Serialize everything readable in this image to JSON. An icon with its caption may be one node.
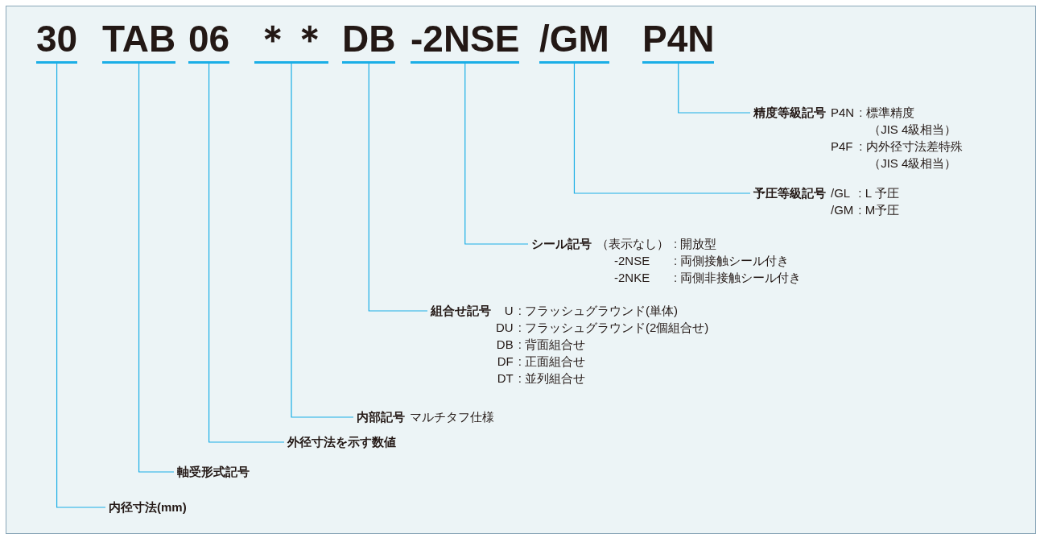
{
  "diagram": {
    "nodes": [
      {
        "text": [
          "30"
        ]
      },
      {
        "text": [
          "TAB"
        ]
      },
      {
        "text": [
          "06"
        ]
      },
      {
        "text": [
          "＊＊"
        ]
      },
      {
        "text": [
          "DB"
        ]
      },
      {
        "text": [
          "-2NSE"
        ]
      },
      {
        "text": [
          "/GM"
        ]
      },
      {
        "text": [
          "P4N"
        ]
      },
      {
        "text": [
          "精度等級記号",
          "P4N",
          ": 標準精度",
          "（JIS 4級相当）",
          "P4F",
          ": 内外径寸法差特殊",
          "（JIS 4級相当）"
        ]
      },
      {
        "text": [
          "予圧等級記号",
          "/GL",
          ": L 予圧",
          "/GM",
          ": M予圧"
        ]
      },
      {
        "text": [
          "シール記号",
          "（表示なし）",
          ": 開放型",
          "-2NSE",
          ": 両側接触シール付き",
          "-2NKE",
          ": 両側非接触シール付き"
        ]
      },
      {
        "text": [
          "組合せ記号",
          "U",
          ": フラッシュグラウンド(単体)",
          "DU",
          ": フラッシュグラウンド(2個組合せ)",
          "DB",
          ": 背面組合せ",
          "DF",
          ": 正面組合せ",
          "DT",
          ": 並列組合せ"
        ]
      },
      {
        "text": [
          "内部記号",
          "マルチタフ仕様"
        ]
      },
      {
        "text": [
          "外径寸法を示す数値"
        ]
      },
      {
        "text": [
          "軸受形式記号"
        ]
      },
      {
        "text": [
          "内径寸法(mm)"
        ]
      }
    ],
    "edges": [
      {
        "from": 7,
        "to": 8,
        "arrow": "none"
      },
      {
        "from": 6,
        "to": 9,
        "arrow": "none"
      },
      {
        "from": 5,
        "to": 10,
        "arrow": "none"
      },
      {
        "from": 4,
        "to": 11,
        "arrow": "none"
      },
      {
        "from": 3,
        "to": 12,
        "arrow": "none"
      },
      {
        "from": 2,
        "to": 13,
        "arrow": "none"
      },
      {
        "from": 1,
        "to": 14,
        "arrow": "none"
      },
      {
        "from": 0,
        "to": 15,
        "arrow": "none"
      }
    ]
  }
}
